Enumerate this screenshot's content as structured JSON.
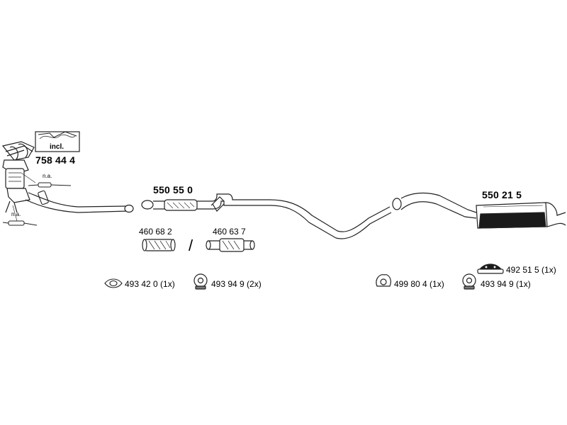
{
  "labels": {
    "manifold_part": "758 44 4",
    "manifold_incl": "incl.",
    "na_top": "n.a.",
    "na_bottom": "n.a.",
    "middle_pipe": "550 55 0",
    "rear_silencer": "550 21 5",
    "repair_a": "460 68 2",
    "repair_b": "460 63 7",
    "slash": "/",
    "gasket_front": "493 42 0 (1x)",
    "hanger_front": "493 94 9 (2x)",
    "ring_rear": "499 80 4 (1x)",
    "hanger_rear": "493 94 9 (1x)",
    "mount_rear": "492 51 5 (1x)"
  },
  "colors": {
    "line": "#222222",
    "fill": "#ffffff",
    "shade": "#7a7a7a",
    "dark": "#1a1a1a"
  }
}
